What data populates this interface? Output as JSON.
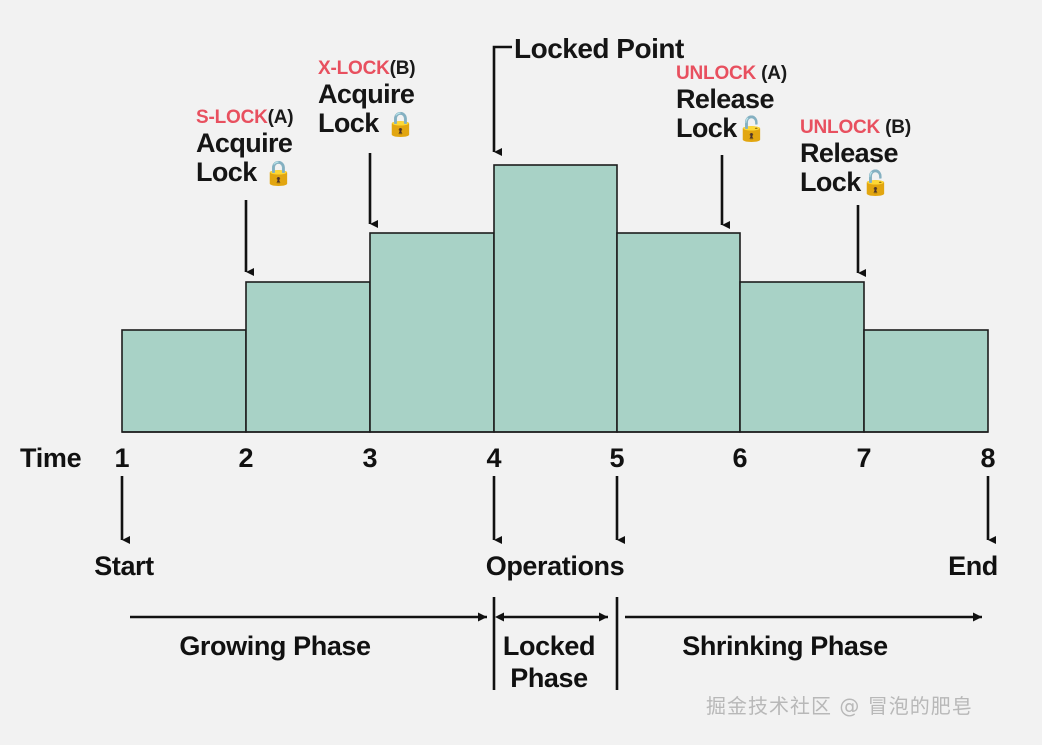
{
  "figure": {
    "background_color": "#f2f2f2",
    "bar_fill": "#a8d2c6",
    "bar_stroke": "#1d1d1d",
    "accent_red": "#e8505f",
    "ink": "#151515",
    "watermark": "掘金技术社区 @ 冒泡的肥皂"
  },
  "chart_data": {
    "type": "bar",
    "title": "",
    "xlabel": "Time",
    "ylabel": "",
    "grid": false,
    "legend_position": "none",
    "note": "Two-Phase Locking (2PL) lock-count profile over time; bars span between consecutive time ticks",
    "x": [
      1,
      2,
      3,
      4,
      5,
      6,
      7,
      8
    ],
    "tick_labels": [
      "1",
      "2",
      "3",
      "4",
      "5",
      "6",
      "7",
      "8"
    ],
    "bars": [
      {
        "span": "1-2",
        "x_start": 1,
        "x_end": 2,
        "value": 1
      },
      {
        "span": "2-3",
        "x_start": 2,
        "x_end": 3,
        "value": 2
      },
      {
        "span": "3-4",
        "x_start": 3,
        "x_end": 4,
        "value": 3
      },
      {
        "span": "4-5",
        "x_start": 4,
        "x_end": 5,
        "value": 4
      },
      {
        "span": "5-6",
        "x_start": 5,
        "x_end": 6,
        "value": 3
      },
      {
        "span": "6-7",
        "x_start": 6,
        "x_end": 7,
        "value": 2
      },
      {
        "span": "7-8",
        "x_start": 7,
        "x_end": 8,
        "value": 1
      }
    ],
    "values": [
      1,
      2,
      3,
      4,
      3,
      2,
      1
    ],
    "categories": [
      "1-2",
      "2-3",
      "3-4",
      "4-5",
      "5-6",
      "6-7",
      "7-8"
    ],
    "ylim": [
      0,
      4.6
    ]
  },
  "annotations": [
    {
      "id": "s-lock-a",
      "operation": "S-LOCK",
      "subject": "(A)",
      "action_line1": "Acquire",
      "action_line2": "Lock",
      "lock_icon": "closed-padlock-icon",
      "lock_glyph": "🔒",
      "target_time": 2
    },
    {
      "id": "x-lock-b",
      "operation": "X-LOCK",
      "subject": "(B)",
      "action_line1": "Acquire",
      "action_line2": "Lock",
      "lock_icon": "closed-padlock-icon",
      "lock_glyph": "🔒",
      "target_time": 3
    },
    {
      "id": "unlock-a",
      "operation": "UNLOCK",
      "subject": "(A)",
      "action_line1": "Release",
      "action_line2": "Lock",
      "lock_icon": "open-padlock-icon",
      "lock_glyph": "🔓",
      "target_time": 6
    },
    {
      "id": "unlock-b",
      "operation": "UNLOCK",
      "subject": "(B)",
      "action_line1": "Release",
      "action_line2": "Lock",
      "lock_icon": "open-padlock-icon",
      "lock_glyph": "🔓",
      "target_time": 7
    }
  ],
  "locked_point": {
    "label": "Locked Point",
    "target_time": 4
  },
  "axis": {
    "time_label": "Time"
  },
  "milestones": [
    {
      "id": "start",
      "label": "Start",
      "time": 1
    },
    {
      "id": "operations",
      "label": "Operations",
      "time": 4.5
    },
    {
      "id": "end",
      "label": "End",
      "time": 8
    }
  ],
  "phases": [
    {
      "id": "growing",
      "label": "Growing Phase",
      "line1": "Growing Phase",
      "line2": "",
      "from": 1,
      "to": 4
    },
    {
      "id": "locked",
      "label": "Locked Phase",
      "line1": "Locked",
      "line2": "Phase",
      "from": 4,
      "to": 5
    },
    {
      "id": "shrinking",
      "label": "Shrinking Phase",
      "line1": "Shrinking Phase",
      "line2": "",
      "from": 5,
      "to": 8
    }
  ]
}
